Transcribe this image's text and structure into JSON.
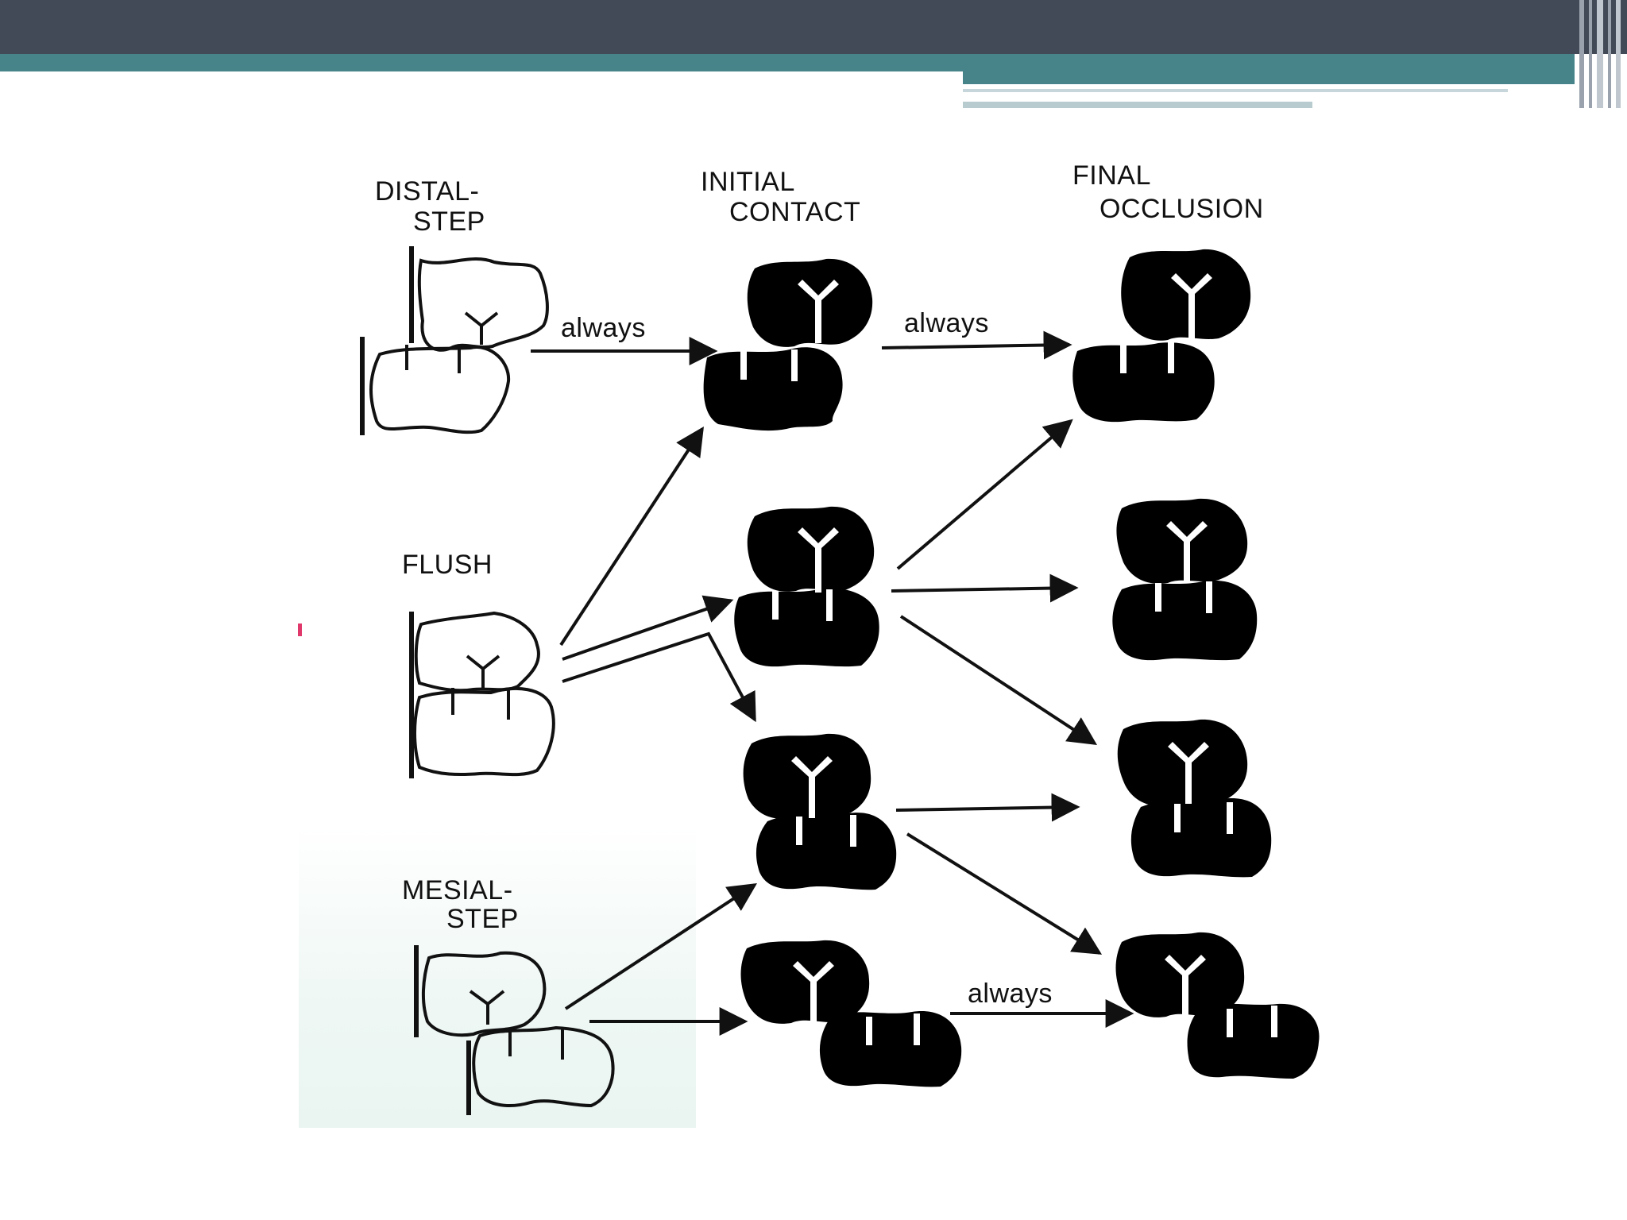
{
  "slide": {
    "colors": {
      "top_bar": "#434a57",
      "stripe": "#47848a",
      "accent": "#9bbfc4",
      "tooth_dark": "#000000",
      "tooth_outline": "#111111"
    }
  },
  "diagram": {
    "columns": {
      "distal_step": [
        "DISTAL-",
        "STEP"
      ],
      "initial_contact": [
        "INITIAL",
        "CONTACT"
      ],
      "final_occlusion": [
        "FINAL",
        "OCCLUSION"
      ]
    },
    "flush": "FLUSH",
    "mesial_step": [
      "MESIAL-",
      "STEP"
    ],
    "always_1": "always",
    "always_2": "always",
    "always_3": "always"
  }
}
